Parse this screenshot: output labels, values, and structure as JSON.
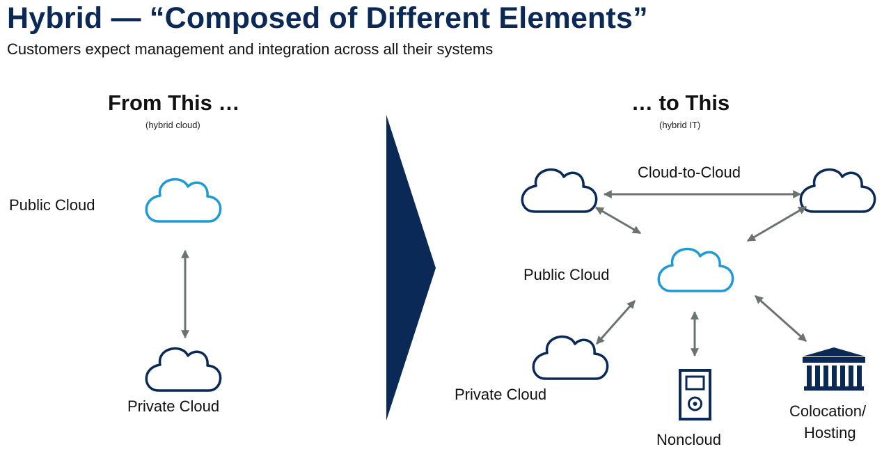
{
  "title": "Hybrid — “Composed of Different Elements”",
  "subtitle": "Customers expect management and integration across all their systems",
  "left": {
    "heading": "From This …",
    "note": "(hybrid cloud)",
    "public_cloud": "Public Cloud",
    "private_cloud": "Private Cloud"
  },
  "right": {
    "heading": "… to This",
    "note": "(hybrid IT)",
    "cloud_to_cloud": "Cloud-to-Cloud",
    "public_cloud": "Public Cloud",
    "private_cloud": "Private Cloud",
    "noncloud": "Noncloud",
    "colocation_line1": "Colocation/",
    "colocation_line2": "Hosting"
  },
  "colors": {
    "navy": "#0b2956",
    "public_blue": "#1f9ad6",
    "arrow_gray": "#6b7370"
  },
  "icons": [
    "public-cloud-icon",
    "private-cloud-icon",
    "device-icon",
    "building-icon",
    "chevron-arrow"
  ]
}
